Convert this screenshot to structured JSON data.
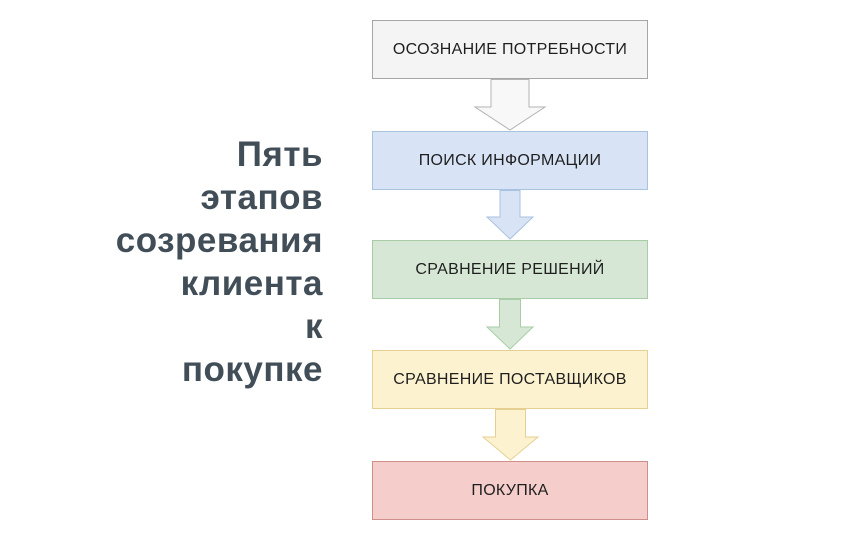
{
  "title": {
    "text": "Пять этапов созревания клиента к покупке",
    "lines": [
      "Пять",
      "этапов",
      "созревания",
      "клиента",
      "к",
      "покупке"
    ],
    "color": "#414e58"
  },
  "diagram": {
    "text_color": "#1f1f1f",
    "stages": [
      {
        "label": "ОСОЗНАНИЕ ПОТРЕБНОСТИ",
        "fill": "#f4f4f4",
        "border": "#a6a6a6"
      },
      {
        "label": "ПОИСК ИНФОРМАЦИИ",
        "fill": "#d8e4f6",
        "border": "#a9c2e0"
      },
      {
        "label": "СРАВНЕНИЕ РЕШЕНИЙ",
        "fill": "#d6e8d5",
        "border": "#a8cda6"
      },
      {
        "label": "СРАВНЕНИЕ ПОСТАВЩИКОВ",
        "fill": "#fdf2d0",
        "border": "#e5d092"
      },
      {
        "label": "ПОКУПКА",
        "fill": "#f5cdcb",
        "border": "#cf8e8a"
      }
    ],
    "arrows": [
      {
        "name": "down-arrow-gray",
        "fill": "#f8f8f8",
        "stroke": "#b3b3b3"
      },
      {
        "name": "down-arrow-blue",
        "fill": "#d8e4f6",
        "stroke": "#a9c2e0"
      },
      {
        "name": "down-arrow-green",
        "fill": "#d6e8d5",
        "stroke": "#a8cda6"
      },
      {
        "name": "down-arrow-yellow",
        "fill": "#fdf2d0",
        "stroke": "#e5d092"
      }
    ]
  }
}
